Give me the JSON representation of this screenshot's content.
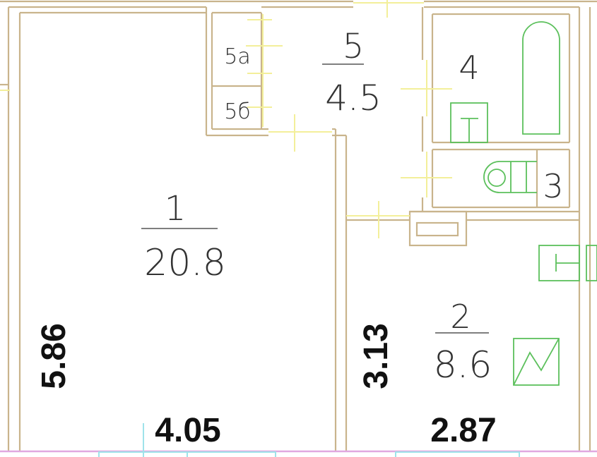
{
  "rooms": {
    "room1": {
      "number": "1",
      "area": "20.8"
    },
    "room2": {
      "number": "2",
      "area": "8.6"
    },
    "room3": {
      "number": "3"
    },
    "room4": {
      "number": "4"
    },
    "room5": {
      "number": "5",
      "area": "4.5"
    },
    "room5a": {
      "number": "5а"
    },
    "room5b": {
      "number": "5б"
    }
  },
  "dimensions": {
    "room1_height": "5.86",
    "room1_width": "4.05",
    "room2_height": "3.13",
    "room2_width": "2.87"
  },
  "colors": {
    "wall": "#c9b48c",
    "fixture": "#5cc05c",
    "door": "#f3ef9a",
    "window": "#9fe3ea"
  }
}
